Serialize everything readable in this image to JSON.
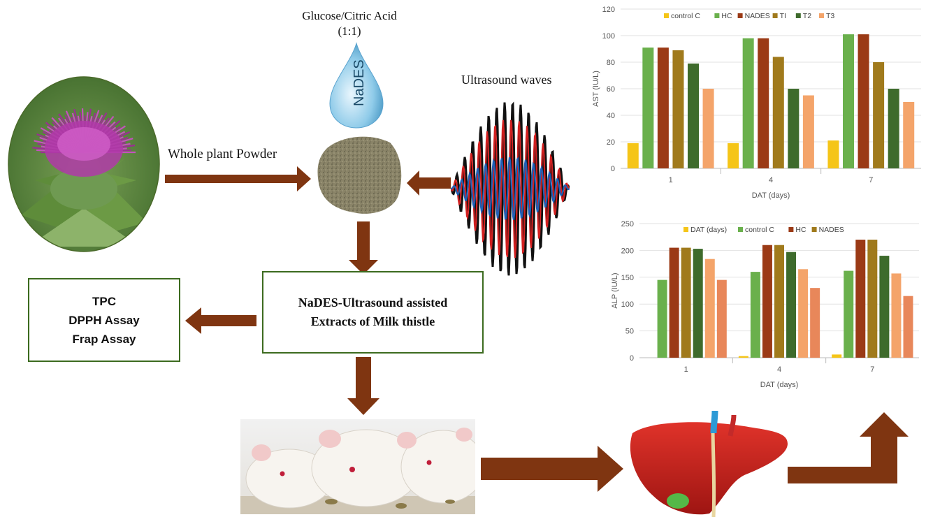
{
  "diagram": {
    "solvent_title": "Glucose/Citric Acid",
    "solvent_ratio": "(1:1)",
    "drop_label": "NaDES",
    "ultrasound_label": "Ultrasound waves",
    "powder_label": "Whole plant Powder",
    "extract_line1": "NaDES-Ultrasound  assisted",
    "extract_line2": "Extracts of Milk thistle",
    "assays": [
      "TPC",
      "DPPH Assay",
      "Frap Assay"
    ]
  },
  "colors": {
    "arrow": "#7f3511",
    "box_border": "#3c6b1f",
    "thistle": "#b03aa8",
    "liver": "#c8201c"
  },
  "chart_data": [
    {
      "type": "bar",
      "title": "",
      "xlabel": "DAT (days)",
      "ylabel": "AST (IU/L)",
      "categories": [
        "1",
        "4",
        "7"
      ],
      "ylim": [
        0,
        120
      ],
      "yticks": [
        0,
        20,
        40,
        60,
        80,
        100,
        120
      ],
      "legend_position": "top",
      "series": [
        {
          "name": "control C",
          "color": "#f5c518",
          "values": [
            19,
            19,
            21
          ]
        },
        {
          "name": "HC",
          "color": "#6ab04c",
          "values": [
            91,
            98,
            101
          ]
        },
        {
          "name": "NADES",
          "color": "#9b3a16",
          "values": [
            91,
            98,
            101
          ]
        },
        {
          "name": "TI",
          "color": "#a07a1c",
          "values": [
            89,
            84,
            80
          ]
        },
        {
          "name": "T2",
          "color": "#3e6b2c",
          "values": [
            79,
            60,
            60
          ]
        },
        {
          "name": "T3",
          "color": "#f4a46a",
          "values": [
            60,
            55,
            50
          ]
        }
      ]
    },
    {
      "type": "bar",
      "title": "",
      "xlabel": "DAT (days)",
      "ylabel": "ALP (IU/L)",
      "categories": [
        "1",
        "4",
        "7"
      ],
      "ylim": [
        0,
        250
      ],
      "yticks": [
        0,
        50,
        100,
        150,
        200,
        250
      ],
      "legend_position": "top",
      "series": [
        {
          "name": "DAT (days)",
          "color": "#f5c518",
          "values": [
            0,
            3,
            6
          ]
        },
        {
          "name": "control C",
          "color": "#6ab04c",
          "values": [
            145,
            160,
            162
          ]
        },
        {
          "name": "HC",
          "color": "#9b3a16",
          "values": [
            205,
            210,
            220
          ]
        },
        {
          "name": "NADES",
          "color": "#a07a1c",
          "values": [
            205,
            210,
            220
          ]
        },
        {
          "name": "",
          "color": "#3e6b2c",
          "values": [
            203,
            197,
            190
          ]
        },
        {
          "name": "",
          "color": "#f4a46a",
          "values": [
            184,
            165,
            157
          ]
        },
        {
          "name": "",
          "color": "#e8875a",
          "values": [
            145,
            130,
            115
          ]
        }
      ]
    }
  ]
}
